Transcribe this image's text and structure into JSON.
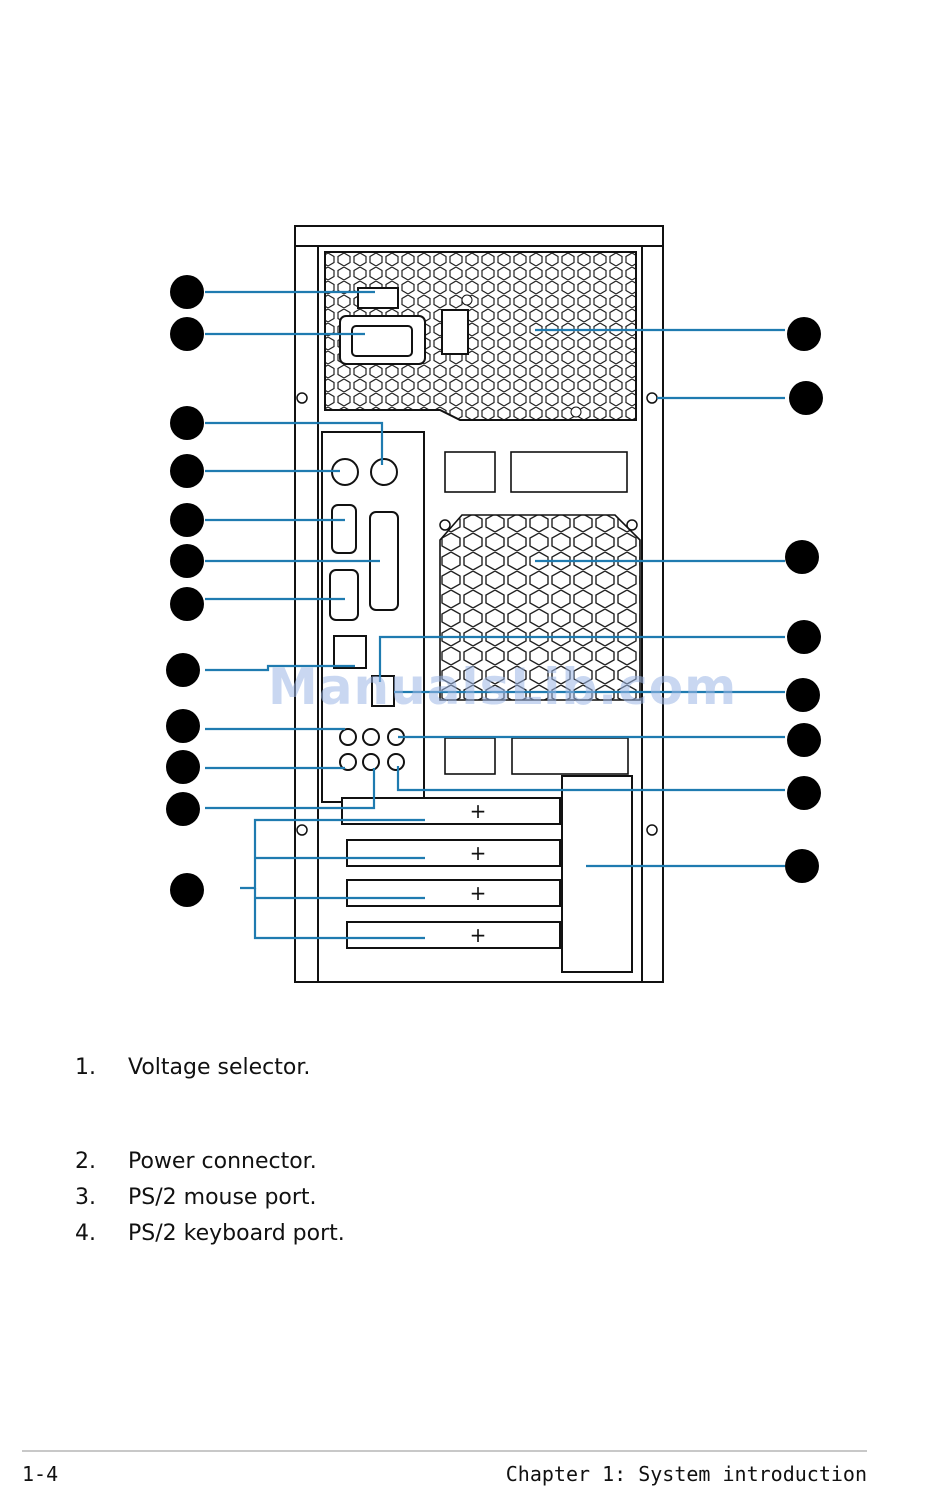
{
  "watermark": "ManualsLib.com",
  "callout_lines_color": "#1f7bb0",
  "legend": [
    {
      "num": "1.",
      "text": "Voltage selector."
    },
    {
      "num": "2.",
      "text": "Power connector."
    },
    {
      "num": "3.",
      "text": "PS/2 mouse port."
    },
    {
      "num": "4.",
      "text": "PS/2 keyboard port."
    }
  ],
  "footer": {
    "page": "1-4",
    "chapter": "Chapter 1: System introduction"
  }
}
